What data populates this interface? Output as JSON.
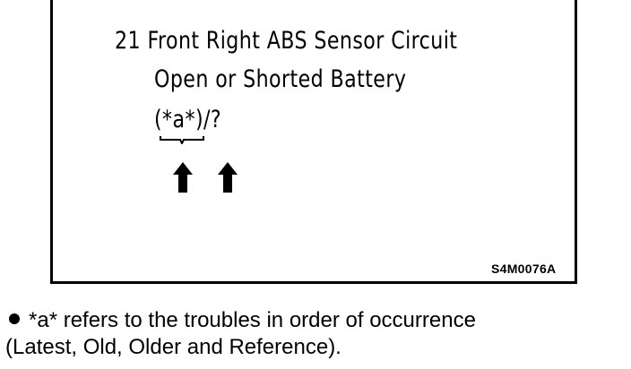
{
  "display": {
    "code_line": "21 Front Right ABS Sensor Circuit",
    "line_two": "Open or Shorted Battery",
    "line_three": "(*a*)/?",
    "figure_code": "S4M0076A"
  },
  "note": {
    "line_one": "*a* refers to the troubles in order of occurrence",
    "line_two": "(Latest, Old, Older and Reference)."
  },
  "icons": [
    "brace-icon",
    "up-arrow-icon",
    "up-arrow-icon",
    "bullet-icon"
  ]
}
